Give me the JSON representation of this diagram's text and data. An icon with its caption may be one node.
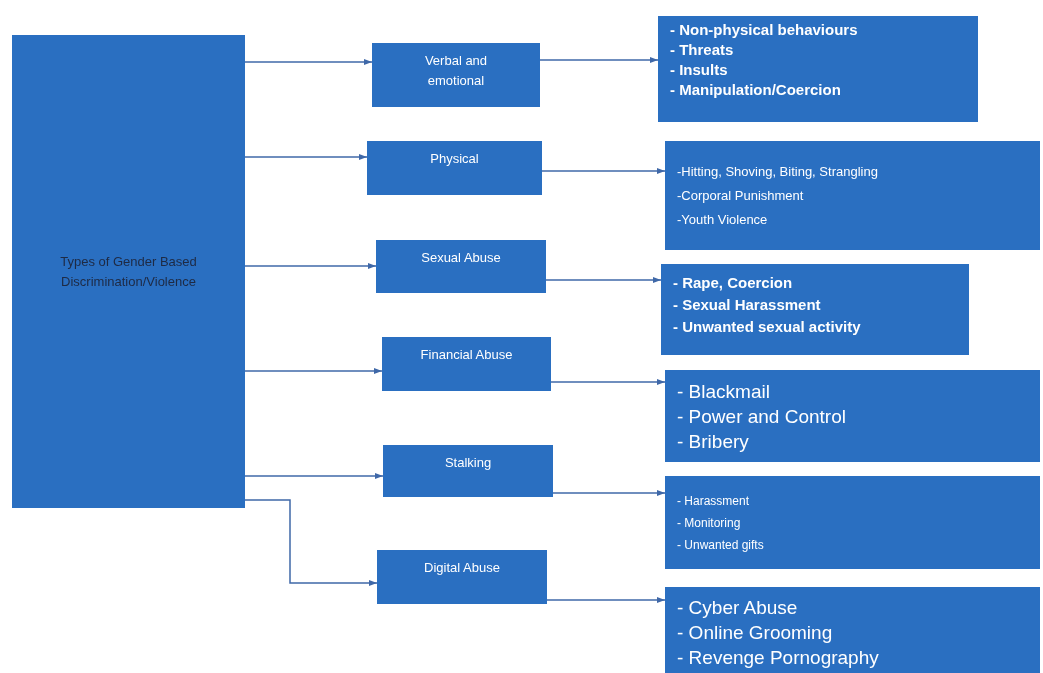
{
  "diagram": {
    "nodes": [
      {
        "text": [
          "Types of Gender Based Discrimination/Violence"
        ]
      },
      {
        "text": [
          "Verbal and emotional"
        ]
      },
      {
        "text": [
          "Physical"
        ]
      },
      {
        "text": [
          "Sexual Abuse"
        ]
      },
      {
        "text": [
          "Financial Abuse"
        ]
      },
      {
        "text": [
          "Stalking"
        ]
      },
      {
        "text": [
          "Digital Abuse"
        ]
      },
      {
        "text": [
          "- Non-physical behaviours",
          "- Threats",
          "- Insults",
          "- Manipulation/Coercion"
        ]
      },
      {
        "text": [
          "-Hitting, Shoving, Biting, Strangling",
          "-Corporal Punishment",
          "-Youth Violence"
        ]
      },
      {
        "text": [
          "- Rape, Coercion",
          "- Sexual Harassment",
          "- Unwanted sexual activity"
        ]
      },
      {
        "text": [
          "- Blackmail",
          "- Power and Control",
          "- Bribery"
        ]
      },
      {
        "text": [
          "- Harassment",
          "- Monitoring",
          "- Unwanted gifts"
        ]
      },
      {
        "text": [
          "- Cyber Abuse",
          "- Online Grooming",
          "- Revenge Pornography"
        ]
      }
    ],
    "edges": [
      {
        "from": 0,
        "to": 1,
        "arrow": "to"
      },
      {
        "from": 0,
        "to": 2,
        "arrow": "to"
      },
      {
        "from": 0,
        "to": 3,
        "arrow": "to"
      },
      {
        "from": 0,
        "to": 4,
        "arrow": "to"
      },
      {
        "from": 0,
        "to": 5,
        "arrow": "to"
      },
      {
        "from": 0,
        "to": 6,
        "arrow": "to"
      },
      {
        "from": 1,
        "to": 7,
        "arrow": "to"
      },
      {
        "from": 2,
        "to": 8,
        "arrow": "to"
      },
      {
        "from": 3,
        "to": 9,
        "arrow": "to"
      },
      {
        "from": 4,
        "to": 10,
        "arrow": "to"
      },
      {
        "from": 5,
        "to": 11,
        "arrow": "to"
      },
      {
        "from": 6,
        "to": 12,
        "arrow": "to"
      }
    ]
  }
}
